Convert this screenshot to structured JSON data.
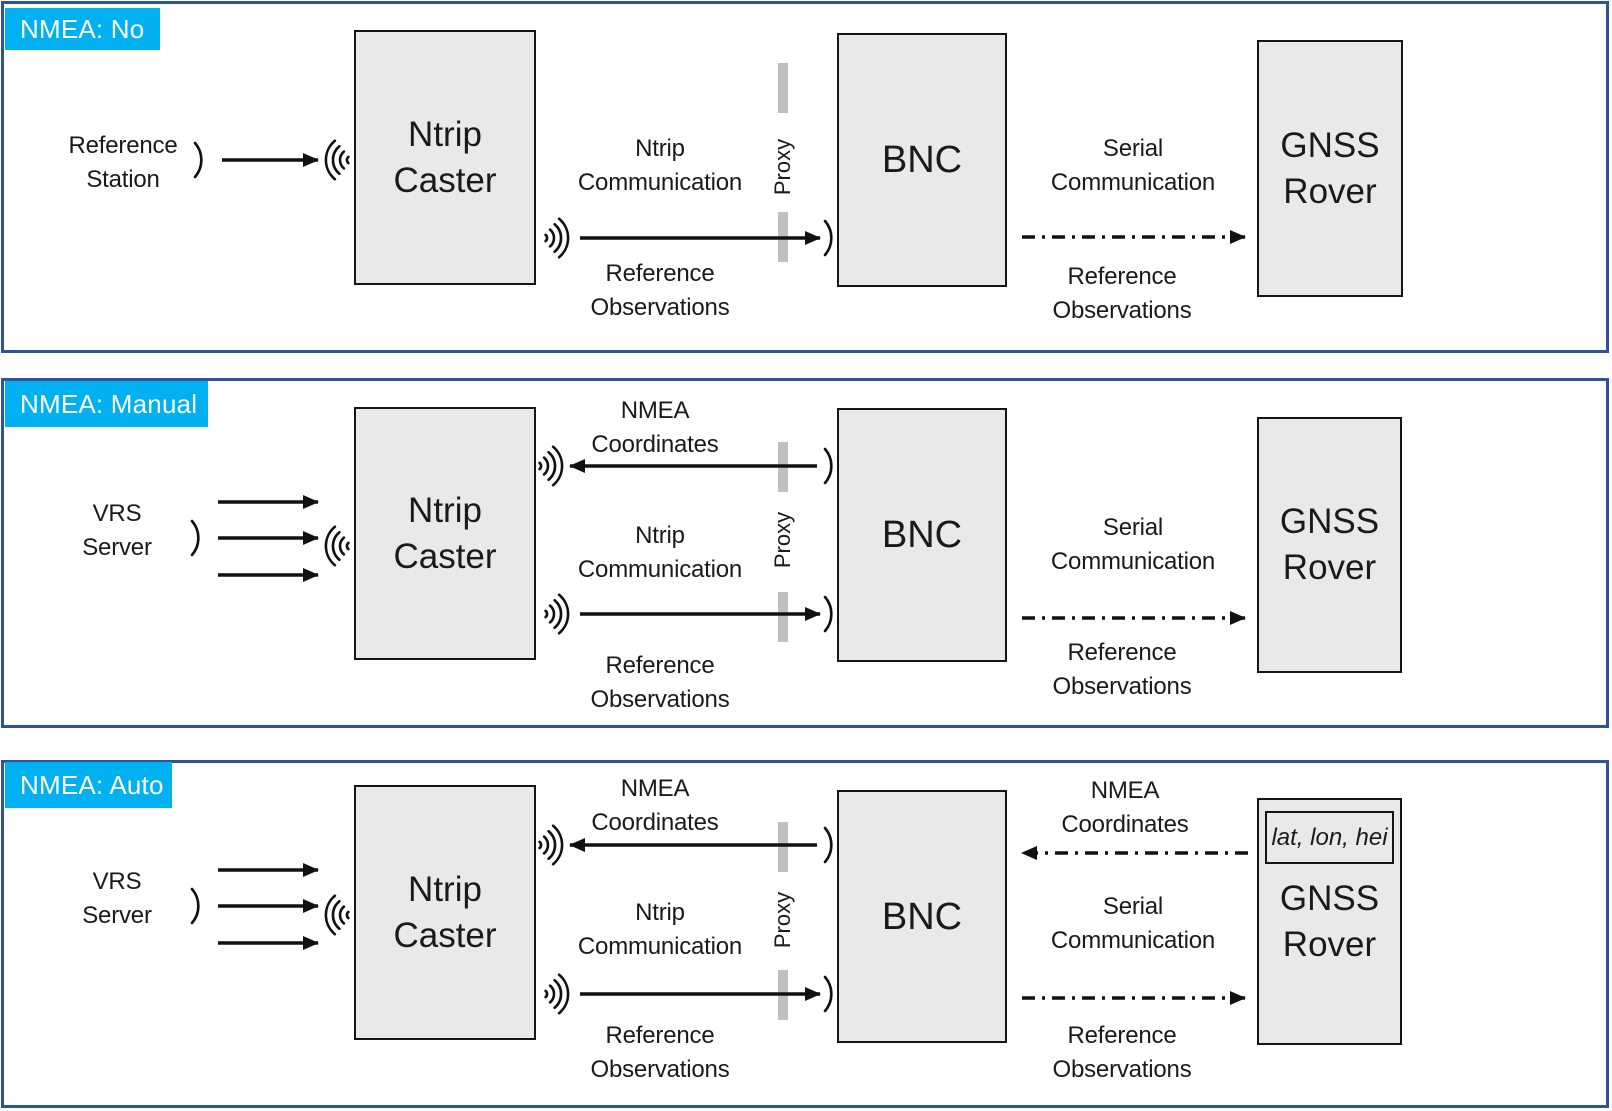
{
  "colors": {
    "panel_border": "#2F5496",
    "tag_background": "#00B0F0",
    "tag_text": "#FFFFFF",
    "box_fill": "#E9E9E9",
    "box_border": "#151515",
    "proxy_bar": "#C0C0C0",
    "arrow": "#111111",
    "text": "#1A1A1A"
  },
  "panels": [
    {
      "tag": "NMEA: No",
      "source_label": "Reference\nStation",
      "caster_label": "Ntrip\nCaster",
      "bnc_label": "BNC",
      "rover_label": "GNSS\nRover",
      "proxy_label": "Proxy",
      "ntrip_comm_label": "Ntrip\nCommunication",
      "ref_obs_mid_label": "Reference\nObservations",
      "serial_comm_label": "Serial\nCommunication",
      "ref_obs_right_label": "Reference\nObservations"
    },
    {
      "tag": "NMEA: Manual",
      "source_label": "VRS\nServer",
      "nmea_coords_mid_label": "NMEA\nCoordinates",
      "caster_label": "Ntrip\nCaster",
      "bnc_label": "BNC",
      "rover_label": "GNSS\nRover",
      "proxy_label": "Proxy",
      "ntrip_comm_label": "Ntrip\nCommunication",
      "ref_obs_mid_label": "Reference\nObservations",
      "serial_comm_label": "Serial\nCommunication",
      "ref_obs_right_label": "Reference\nObservations"
    },
    {
      "tag": "NMEA: Auto",
      "source_label": "VRS\nServer",
      "nmea_coords_mid_label": "NMEA\nCoordinates",
      "nmea_coords_right_label": "NMEA\nCoordinates",
      "caster_label": "Ntrip\nCaster",
      "bnc_label": "BNC",
      "rover_label": "GNSS\nRover",
      "rover_inner_label": "lat, lon, hei",
      "proxy_label": "Proxy",
      "ntrip_comm_label": "Ntrip\nCommunication",
      "ref_obs_mid_label": "Reference\nObservations",
      "serial_comm_label": "Serial\nCommunication",
      "ref_obs_right_label": "Reference\nObservations"
    }
  ]
}
